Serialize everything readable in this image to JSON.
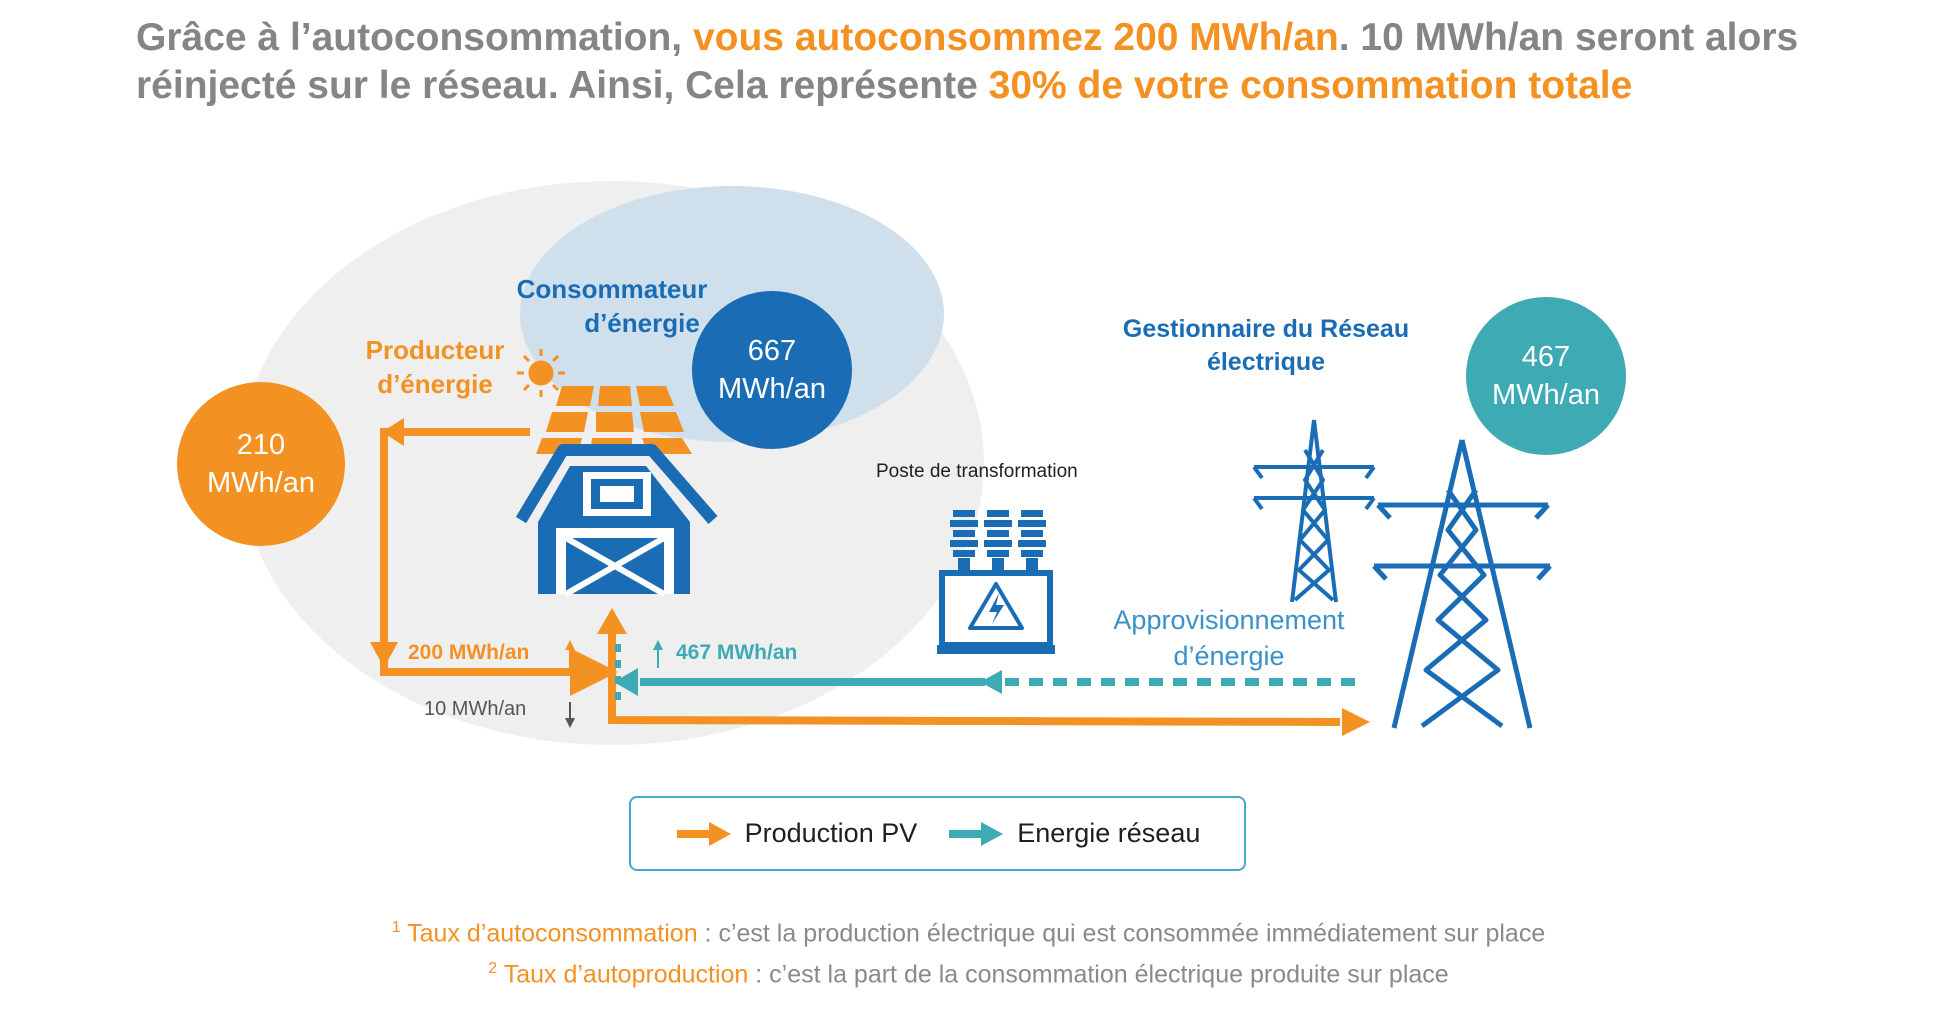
{
  "headline": {
    "p1": "Grâce à l’autoconsommation, ",
    "p2": "vous autoconsommez 200 MWh/an",
    "p3": ". 10 MWh/an seront alors réinjecté sur le réseau. Ainsi, Cela représente ",
    "p4": "30% de votre consommation totale"
  },
  "diagram": {
    "consumer_label_1": "Consommateur",
    "consumer_label_2": "d’énergie",
    "producer_label_1": "Producteur",
    "producer_label_2": "d’énergie",
    "grid_label_1": "Gestionnaire du Réseau",
    "grid_label_2": "électrique",
    "substation_label": "Poste de transformation",
    "supply_label_1": "Approvisionnement",
    "supply_label_2": "d’énergie",
    "badge_production": {
      "value": "210",
      "unit": "MWh/an"
    },
    "badge_consumption": {
      "value": "667",
      "unit": "MWh/an"
    },
    "badge_grid": {
      "value": "467",
      "unit": "MWh/an"
    },
    "flow_self": "200 MWh/an",
    "flow_grid": "467 MWh/an",
    "flow_injected": "10 MWh/an"
  },
  "legend": {
    "pv": "Production PV",
    "grid": "Energie réseau"
  },
  "footnotes": {
    "n1_mark": "1",
    "n1_term": "Taux d’autoconsommation",
    "n1_text": " : c’est la production électrique qui est consommée immédiatement sur place",
    "n2_mark": "2",
    "n2_term": "Taux d’autoproduction",
    "n2_text": " : c’est la part de la consommation électrique produite sur place"
  },
  "colors": {
    "orange": "#f39222",
    "dark_blue": "#1a6db5",
    "teal": "#3eaab3",
    "grey_text": "#858585"
  }
}
